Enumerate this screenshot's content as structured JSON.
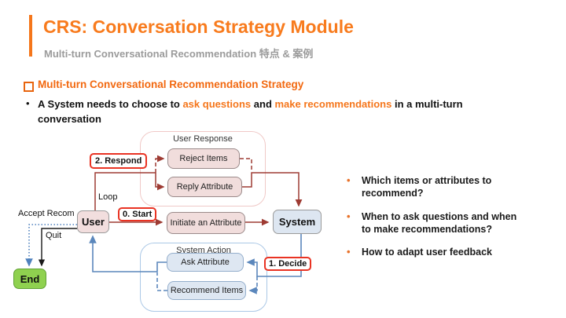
{
  "slide": {
    "title": "CRS: Conversation Strategy Module",
    "subtitle": "Multi-turn Conversational Recommendation 特点 & 案例",
    "section_heading": "Multi-turn Conversational Recommendation Strategy",
    "bullet_marker": "•",
    "bullet": {
      "pre": "A System needs to choose to ",
      "highlight1": "ask questions",
      "mid": " and ",
      "highlight2": "make recommendations",
      "post": " in a multi-turn conversation"
    }
  },
  "diagram": {
    "groups": {
      "user_response": "User Response",
      "system_action": "System Action"
    },
    "nodes": {
      "user": "User",
      "system": "System",
      "end": "End",
      "reject_items": "Reject Items",
      "reply_attribute": "Reply Attribute",
      "initiate_attribute": "Initiate an Attribute",
      "ask_attribute": "Ask Attribute",
      "recommend_items": "Recommend Items"
    },
    "step_labels": {
      "start": "0. Start",
      "decide": "1. Decide",
      "respond": "2. Respond"
    },
    "edge_labels": {
      "loop": "Loop",
      "quit": "Quit",
      "accept_recom": "Accept Recom"
    }
  },
  "questions": [
    "Which items or attributes to recommend?",
    "When to ask questions and when to make recommendations?",
    "How to adapt user feedback"
  ],
  "colors": {
    "accent_orange": "#F5761B",
    "subtitle_gray": "#9B9B9B",
    "dark_red_arrow": "#9E3B33",
    "blue_arrow": "#5B87BC",
    "dotted_blue_arrow": "#4F81BD",
    "callout_red": "#E93323",
    "pink_fill": "#F2DEDE",
    "blue_fill": "#DDE6F1",
    "end_green": "#8FD14F"
  }
}
